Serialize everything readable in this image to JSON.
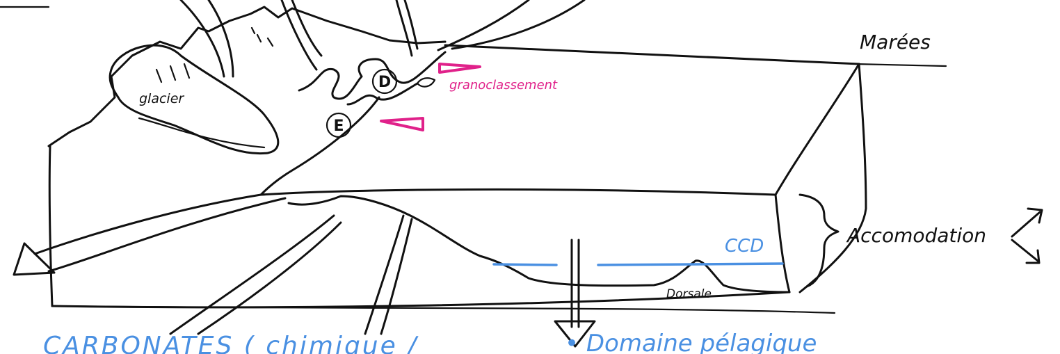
{
  "labels": {
    "marees": "Marées",
    "glacier": "glacier",
    "granoclassement": "granoclassement",
    "marker_d": "D",
    "marker_e": "E",
    "ccd": "CCD",
    "dorsale": "Dorsale",
    "accomodation": "Accomodation",
    "carbonates": "CARBONATES ( chimique /",
    "domaine_pelagique": "• Domaine pélagique"
  },
  "colors": {
    "ink": "#111111",
    "ccd_line": "#4a90e2",
    "blue_text": "#4a90e2",
    "magenta": "#e0218a"
  }
}
